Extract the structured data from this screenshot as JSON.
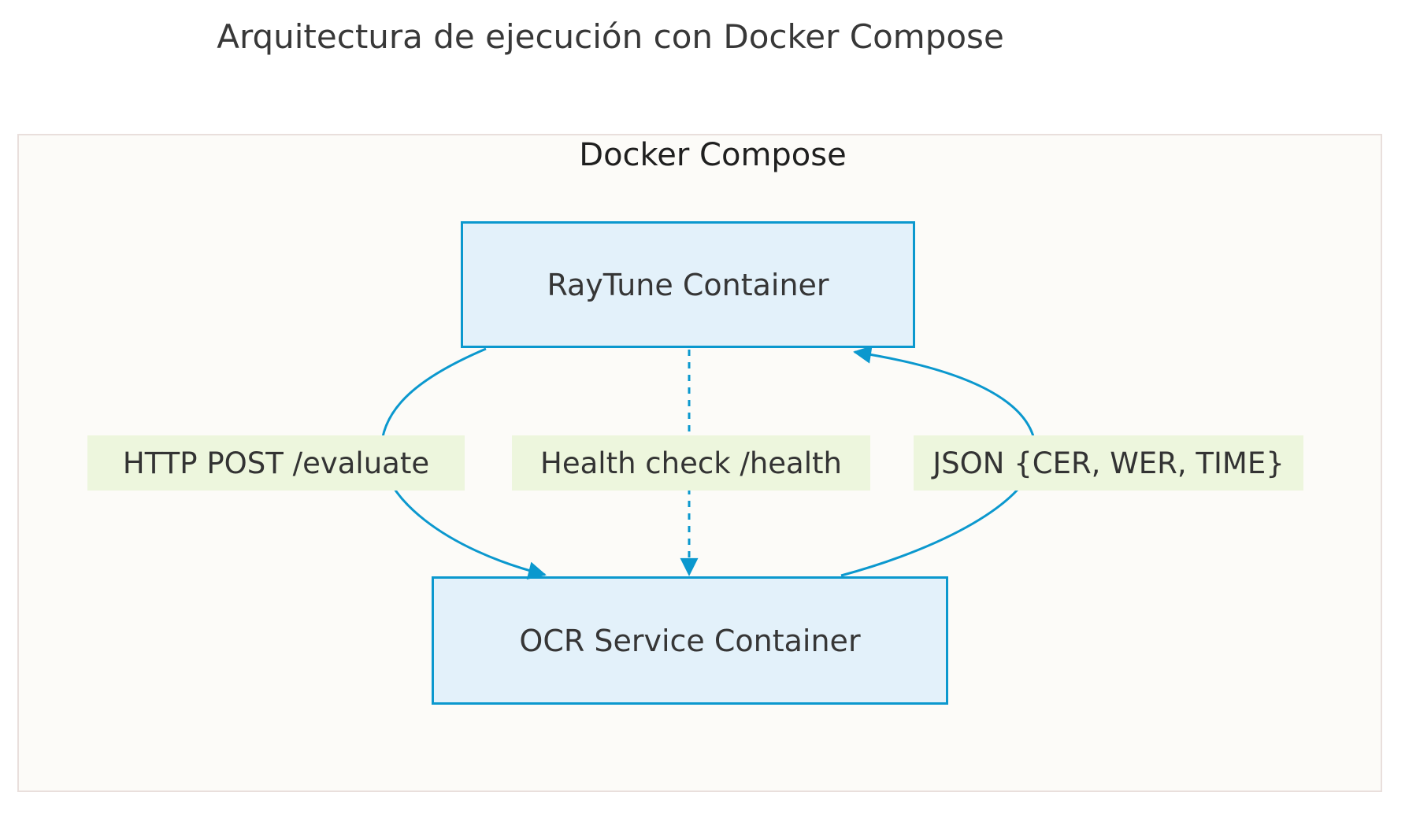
{
  "title": "Arquitectura de ejecución con Docker Compose",
  "diagram": {
    "type": "flowchart",
    "cluster": {
      "label": "Docker Compose"
    },
    "nodes": [
      {
        "id": "raytune",
        "label": "RayTune Container"
      },
      {
        "id": "ocr",
        "label": "OCR Service Container"
      }
    ],
    "edges": [
      {
        "from": "raytune",
        "to": "ocr",
        "label": "HTTP POST /evaluate",
        "style": "solid-curved"
      },
      {
        "from": "raytune",
        "to": "ocr",
        "label": "Health check /health",
        "style": "dashed-straight"
      },
      {
        "from": "ocr",
        "to": "raytune",
        "label": "JSON {CER, WER, TIME}",
        "style": "solid-curved"
      }
    ],
    "colors": {
      "node_fill": "#e3f1fa",
      "node_border": "#0b98ce",
      "edge_stroke": "#0b98ce",
      "edge_label_bg": "#edf6dd",
      "cluster_fill": "#fcfbf8",
      "cluster_border": "#e9dfdc",
      "text": "#333333"
    }
  }
}
